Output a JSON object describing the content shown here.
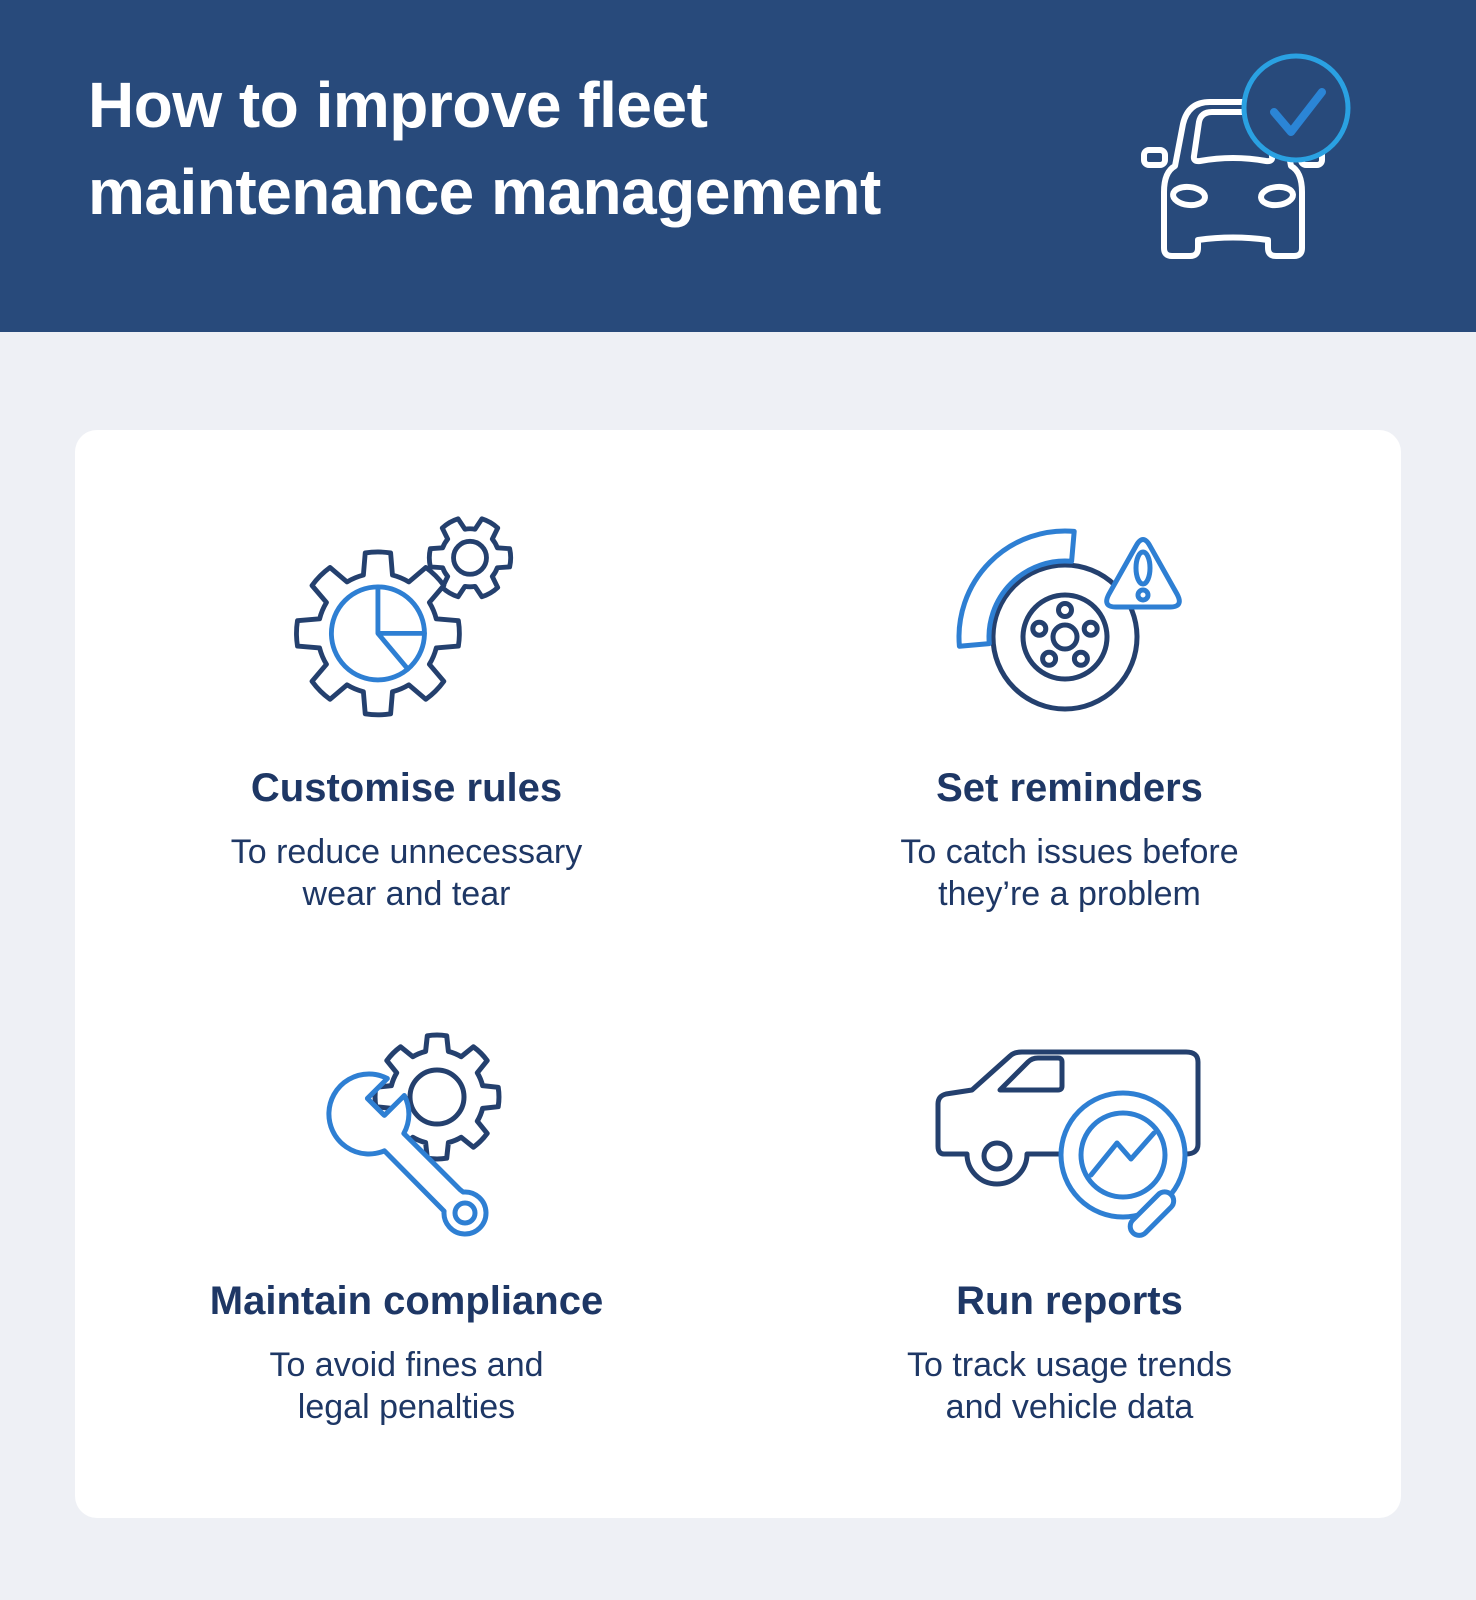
{
  "header": {
    "title_line1": "How to improve fleet",
    "title_line2": "maintenance management",
    "icon": "car-with-check-icon"
  },
  "features": [
    {
      "icon": "gears-pie-chart-icon",
      "title": "Customise rules",
      "lines": [
        "To reduce unnecessary",
        "wear and tear"
      ]
    },
    {
      "icon": "brake-disc-alert-icon",
      "title": "Set reminders",
      "lines": [
        "To catch issues before",
        "they’re a problem"
      ]
    },
    {
      "icon": "wrench-gear-icon",
      "title": "Maintain compliance",
      "lines": [
        "To avoid fines and",
        "legal penalties"
      ]
    },
    {
      "icon": "van-magnifier-chart-icon",
      "title": "Run reports",
      "lines": [
        "To track usage trends",
        "and vehicle data"
      ]
    }
  ],
  "colors": {
    "header_bg": "#284a7b",
    "page_bg": "#eef0f5",
    "card_bg": "#ffffff",
    "text_navy": "#1e3765",
    "icon_navy": "#24406e",
    "icon_blue": "#2e7fd3",
    "accent_light_blue": "#2aa1e2",
    "check_blue": "#2b85d6",
    "icon_white": "#ffffff"
  }
}
